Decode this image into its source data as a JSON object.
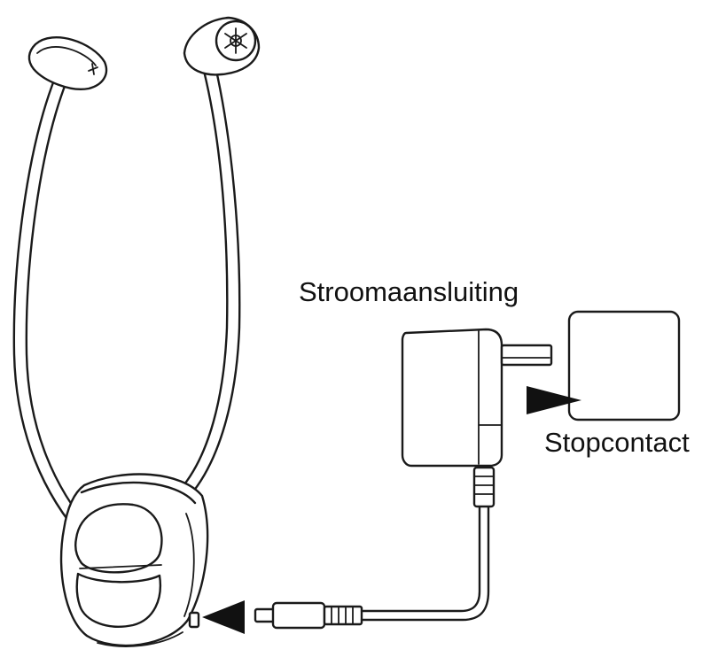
{
  "labels": {
    "power_connection": "Stroomaansluiting",
    "wall_outlet": "Stopcontact"
  },
  "colors": {
    "line": "#1a1a1a",
    "background": "#ffffff",
    "arrow": "#111111"
  },
  "icons": {
    "plug_arrow": "triangle-left",
    "socket_arrow": "triangle-left",
    "earbud_marker": "star"
  }
}
